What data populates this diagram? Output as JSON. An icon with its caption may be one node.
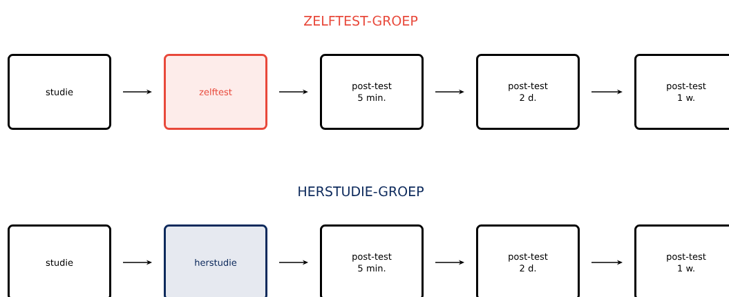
{
  "diagram": {
    "nodes": [
      {
        "text": [
          "studie"
        ]
      },
      {
        "text": [
          "zelftest"
        ]
      },
      {
        "text": [
          "post-test 5 min."
        ]
      },
      {
        "text": [
          "post-test 2 d."
        ]
      },
      {
        "text": [
          "post-test 1 w."
        ]
      },
      {
        "text": [
          "studie"
        ]
      },
      {
        "text": [
          "herstudie"
        ]
      },
      {
        "text": [
          "post-test 5 min."
        ]
      },
      {
        "text": [
          "post-test 2 d."
        ]
      },
      {
        "text": [
          "post-test 1 w."
        ]
      }
    ],
    "edges": [
      {
        "from": 0,
        "to": 1,
        "arrow": "to"
      },
      {
        "from": 1,
        "to": 2,
        "arrow": "to"
      },
      {
        "from": 2,
        "to": 3,
        "arrow": "to"
      },
      {
        "from": 3,
        "to": 4,
        "arrow": "to"
      },
      {
        "from": 5,
        "to": 6,
        "arrow": "to"
      },
      {
        "from": 6,
        "to": 7,
        "arrow": "to"
      },
      {
        "from": 7,
        "to": 8,
        "arrow": "to"
      },
      {
        "from": 8,
        "to": 9,
        "arrow": "to"
      }
    ],
    "labels": [
      "ZELFTEST-GROEP",
      "HERSTUDIE-GROEP"
    ]
  }
}
